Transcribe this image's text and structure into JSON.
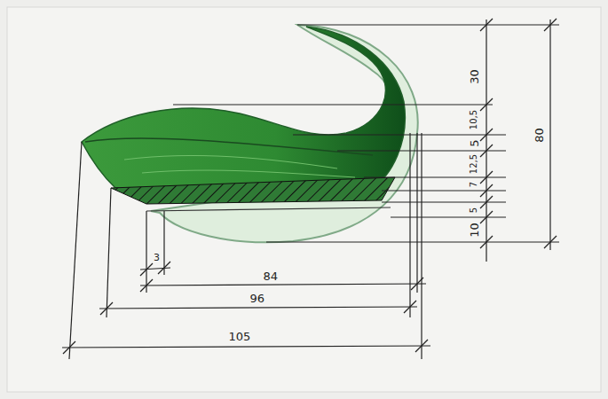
{
  "diagram": {
    "labels": [
      "30",
      "10,5",
      "5",
      "12,5",
      "7",
      "5",
      "10",
      "80",
      "3",
      "84",
      "96",
      "105"
    ]
  }
}
